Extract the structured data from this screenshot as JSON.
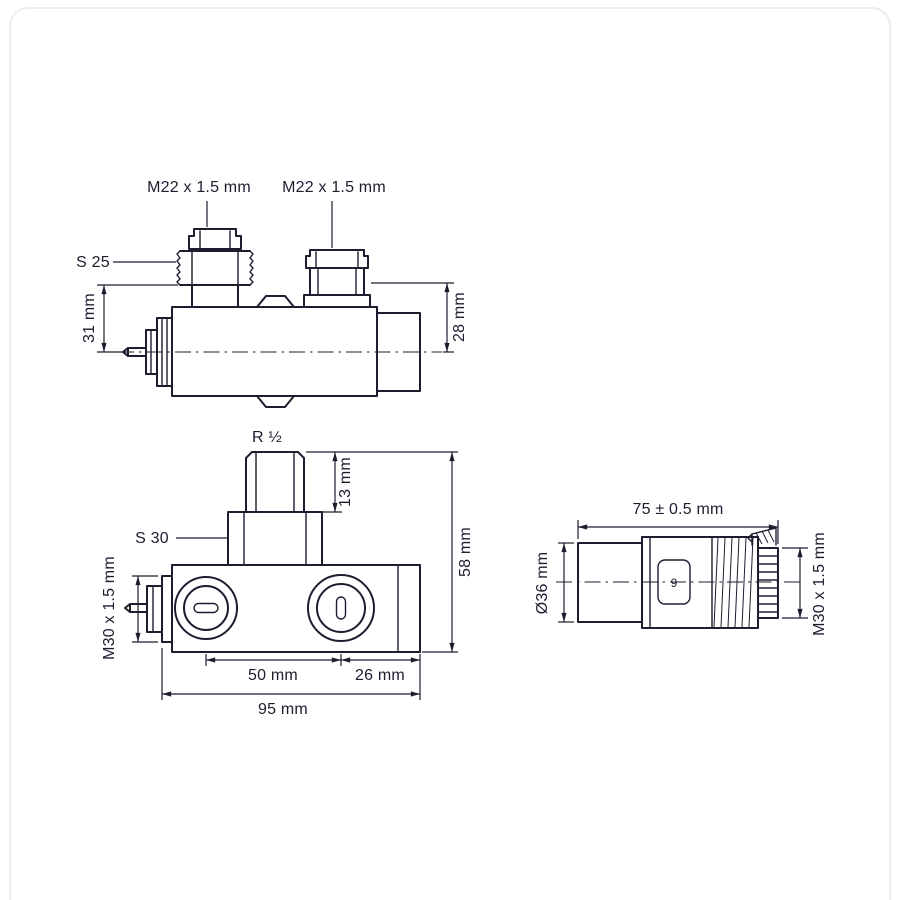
{
  "meta": {
    "ink_color": "#1d1d30",
    "background": "#ffffff"
  },
  "views": {
    "side": {
      "label_m22_left": "M22 x 1.5 mm",
      "label_m22_right": "M22 x 1.5 mm",
      "label_s25": "S 25",
      "dim_31": "31 mm",
      "dim_28": "28 mm"
    },
    "front": {
      "label_r_half": "R ½",
      "dim_13": "13 mm",
      "label_s30": "S 30",
      "label_m30": "M30 x 1.5 mm",
      "dim_58": "58 mm",
      "dim_50": "50 mm",
      "dim_26": "26 mm",
      "dim_95": "95 mm"
    },
    "head": {
      "dim_75": "75 ± 0.5 mm",
      "dim_d36": "Ø36 mm",
      "label_m30": "M30 x 1.5 mm",
      "scale_digit": "9"
    }
  }
}
